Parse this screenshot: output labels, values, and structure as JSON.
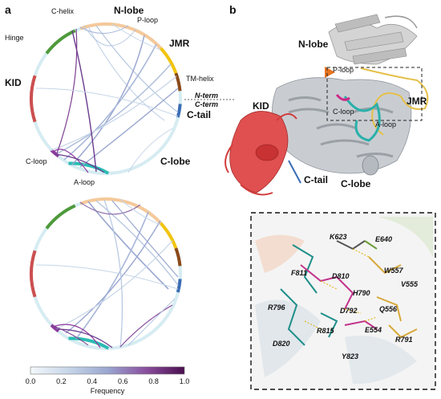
{
  "panel_a": {
    "letter": "a",
    "domain_labels": {
      "c_helix": "C-helix",
      "n_lobe": "N-lobe",
      "p_loop": "P-loop",
      "hinge": "Hinge",
      "jmr": "JMR",
      "tm_helix": "TM-helix",
      "n_term": "N-term",
      "c_term": "C-term",
      "c_tail": "C-tail",
      "kid": "KID",
      "c_loop": "C-loop",
      "c_lobe": "C-lobe",
      "a_loop": "A-loop"
    },
    "colorbar": {
      "ticks": [
        "0.0",
        "0.2",
        "0.4",
        "0.6",
        "0.8",
        "1.0"
      ],
      "label": "Frequency"
    }
  },
  "panel_b": {
    "letter": "b",
    "structure_labels": {
      "n_lobe": "N-lobe",
      "p_loop": "P-loop",
      "jmr": "JMR",
      "kid": "KID",
      "c_loop": "C-loop",
      "a_loop": "A-loop",
      "c_tail": "C-tail",
      "c_lobe": "C-lobe"
    },
    "residues": [
      "K623",
      "E640",
      "F811",
      "D810",
      "W557",
      "H790",
      "V555",
      "R796",
      "D792",
      "Q556",
      "R815",
      "E554",
      "R791",
      "D820",
      "Y823"
    ]
  },
  "colors": {
    "kid": "#cc4f4f",
    "hinge": "#4e9a3a",
    "n_lobe": "#f5c99a",
    "jmr": "#f1c40f",
    "tm_helix": "#8b4a1a",
    "c_tail": "#3a6cb4",
    "c_lobe": "#d6ecf2",
    "a_loop": "#2bbcb4",
    "c_loop": "#8e3a9e"
  }
}
